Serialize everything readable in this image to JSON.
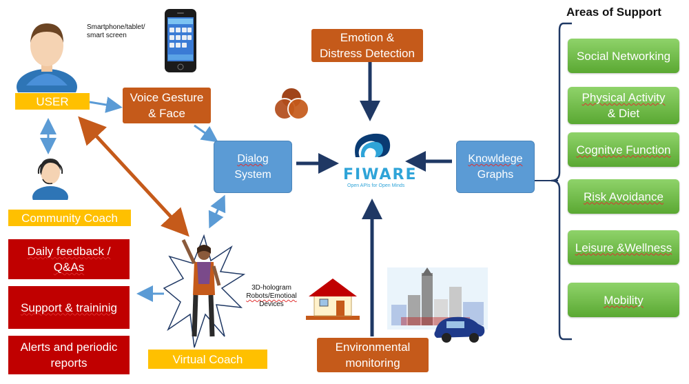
{
  "user": {
    "label": "USER",
    "device_caption_1": "Smartphone/tablet/",
    "device_caption_2": "smart screen"
  },
  "inputs": {
    "voice_gesture_face_1": "Voice Gesture",
    "voice_gesture_face_2": "& Face"
  },
  "community_coach": "Community Coach",
  "virtual_coach": "Virtual Coach",
  "hologram": {
    "line1": "3D-hologram",
    "line2": "Robots/Emotioal",
    "line3": "Devices"
  },
  "outputs": [
    {
      "line1": "Daily feedback /",
      "line2": "Q&As"
    },
    {
      "line1": "Support & traininig",
      "line2": ""
    },
    {
      "line1": "Alerts and periodic",
      "line2": "reports"
    }
  ],
  "emotion": {
    "line1": "Emotion &",
    "line2": "Distress Detection"
  },
  "dialog": {
    "line1": "Dialog",
    "line2": "System"
  },
  "fiware": {
    "name": "FIWARE",
    "tagline": "Open APIs for Open Minds"
  },
  "knowledge": {
    "line1": "Knowldege",
    "line2": "Graphs"
  },
  "environment": {
    "line1": "Environmental",
    "line2": "monitoring"
  },
  "areas": {
    "title": "Areas of Support",
    "items": [
      {
        "line1": "Social Networking",
        "line2": ""
      },
      {
        "line1": "Physical Activity",
        "line2": "& Diet"
      },
      {
        "line1": "Cognitve Function",
        "line2": ""
      },
      {
        "line1": "Risk Avoidance",
        "line2": ""
      },
      {
        "line1": "Leisure &Wellness",
        "line2": ""
      },
      {
        "line1": "Mobility",
        "line2": ""
      }
    ]
  },
  "colors": {
    "orange": "#c55a1a",
    "blue": "#5b9bd5",
    "green": "#70ad47",
    "darkred": "#c00000",
    "yellow": "#ffc000",
    "navy": "#1f3864",
    "arrow_blue": "#5b9bd5"
  }
}
